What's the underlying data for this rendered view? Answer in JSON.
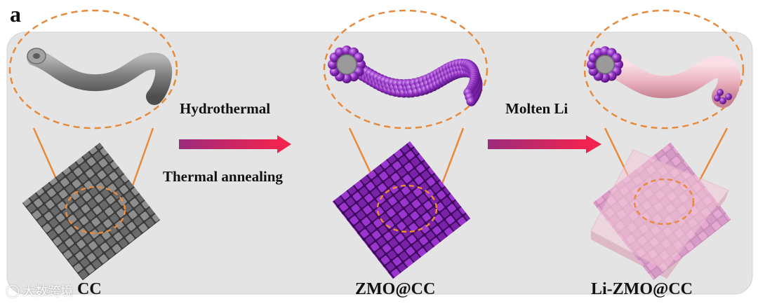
{
  "figure": {
    "panel_letter": "a",
    "stages": [
      {
        "label": "CC"
      },
      {
        "label": "ZMO@CC"
      },
      {
        "label": "Li-ZMO@CC"
      }
    ],
    "steps": [
      {
        "text_above": "Hydrothermal",
        "text_below": "Thermal annealing"
      },
      {
        "text_above": "Molten Li"
      }
    ]
  },
  "watermark": {
    "text": "大数跨境"
  },
  "colors": {
    "background": "#e4e4e4",
    "dashed_outline": "#e88a3c",
    "fiber_gray": "#8c8c8c",
    "fiber_purple": "#8a2bb8",
    "lithium_pink": "#f2c4cf",
    "arrow_start": "#9b2b7c",
    "arrow_end": "#f2234f"
  }
}
